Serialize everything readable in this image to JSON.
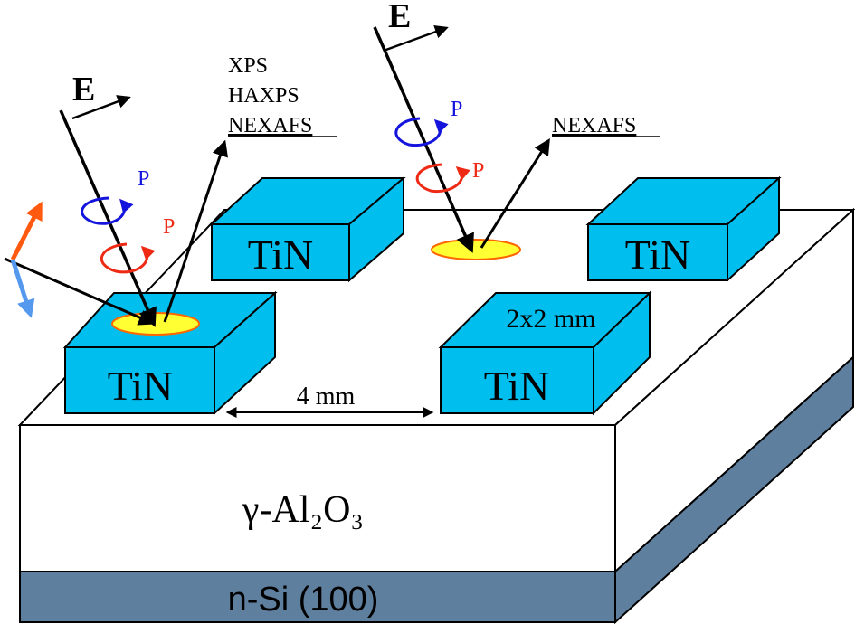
{
  "labels": {
    "tin": "TiN",
    "substrate": "γ-Al₂O₃",
    "silicon": "n-Si (100)",
    "size": "2x2 mm",
    "spacing": "4 mm",
    "field": "E",
    "polarization": "P",
    "technique_xps": "XPS",
    "technique_haxps": "HAXPS",
    "technique_nexafs": "NEXAFS"
  },
  "colors": {
    "tin_face": "#00bfef",
    "alumina": "#ffffff",
    "silicon_side": "#5f7f9f",
    "spot_fill": "#ffff33",
    "spot_edge": "#ff6600",
    "polarization_blue": "#1414dd",
    "polarization_red": "#ee2a15",
    "arrow_orange": "#ff5a10",
    "arrow_lightblue": "#5599ee"
  }
}
